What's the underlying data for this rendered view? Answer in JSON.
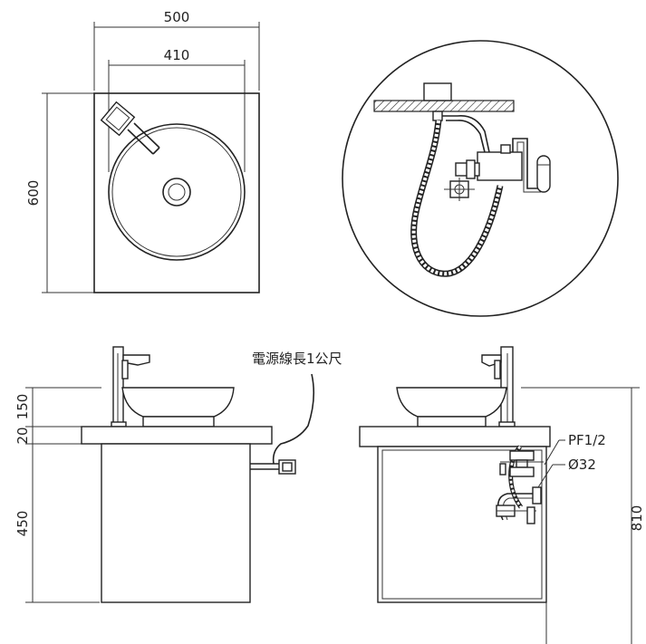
{
  "top_view": {
    "width_outer": "500",
    "width_bowl": "410",
    "depth": "600"
  },
  "side_view": {
    "dim_150": "150",
    "dim_20": "20",
    "dim_450": "450",
    "cable_note": "電源線長1公尺"
  },
  "front_view": {
    "label_pf": "PF1/2",
    "label_drain": "Ø32",
    "dim_810": "810"
  }
}
